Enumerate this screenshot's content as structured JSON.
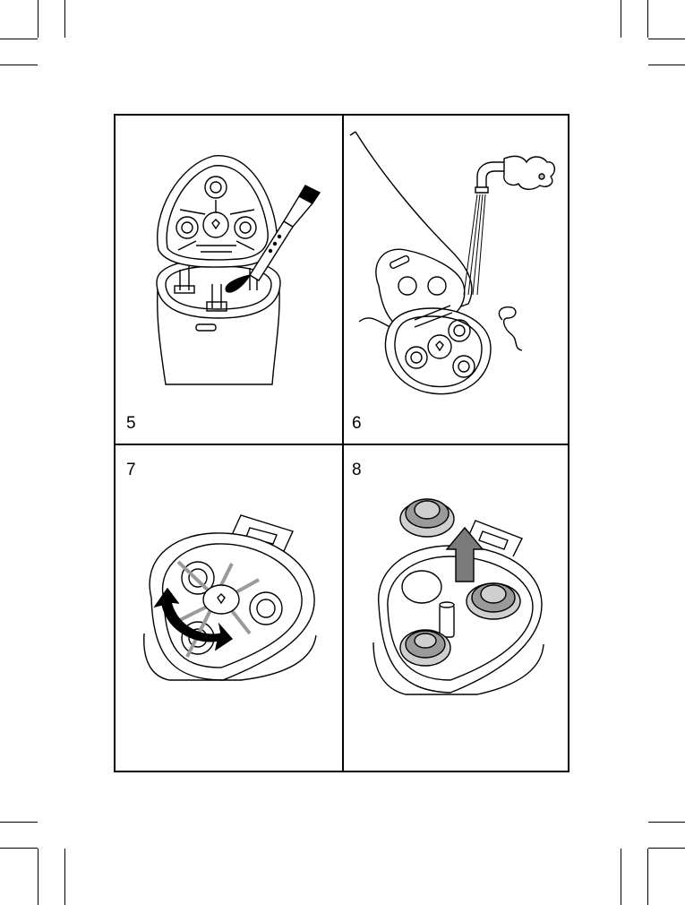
{
  "steps": [
    {
      "number": "5",
      "illustration": "shaver-brush-cleaning-icon"
    },
    {
      "number": "6",
      "illustration": "shaver-rinse-tap-icon"
    },
    {
      "number": "7",
      "illustration": "shaving-unit-retaining-frame-icon"
    },
    {
      "number": "8",
      "illustration": "cutter-removal-icon"
    }
  ],
  "colors": {
    "line": "#000000",
    "fill_gray": "#9a9a9a",
    "arrow_gray": "#7a7a7a",
    "light_gray": "#cfcfcf"
  }
}
